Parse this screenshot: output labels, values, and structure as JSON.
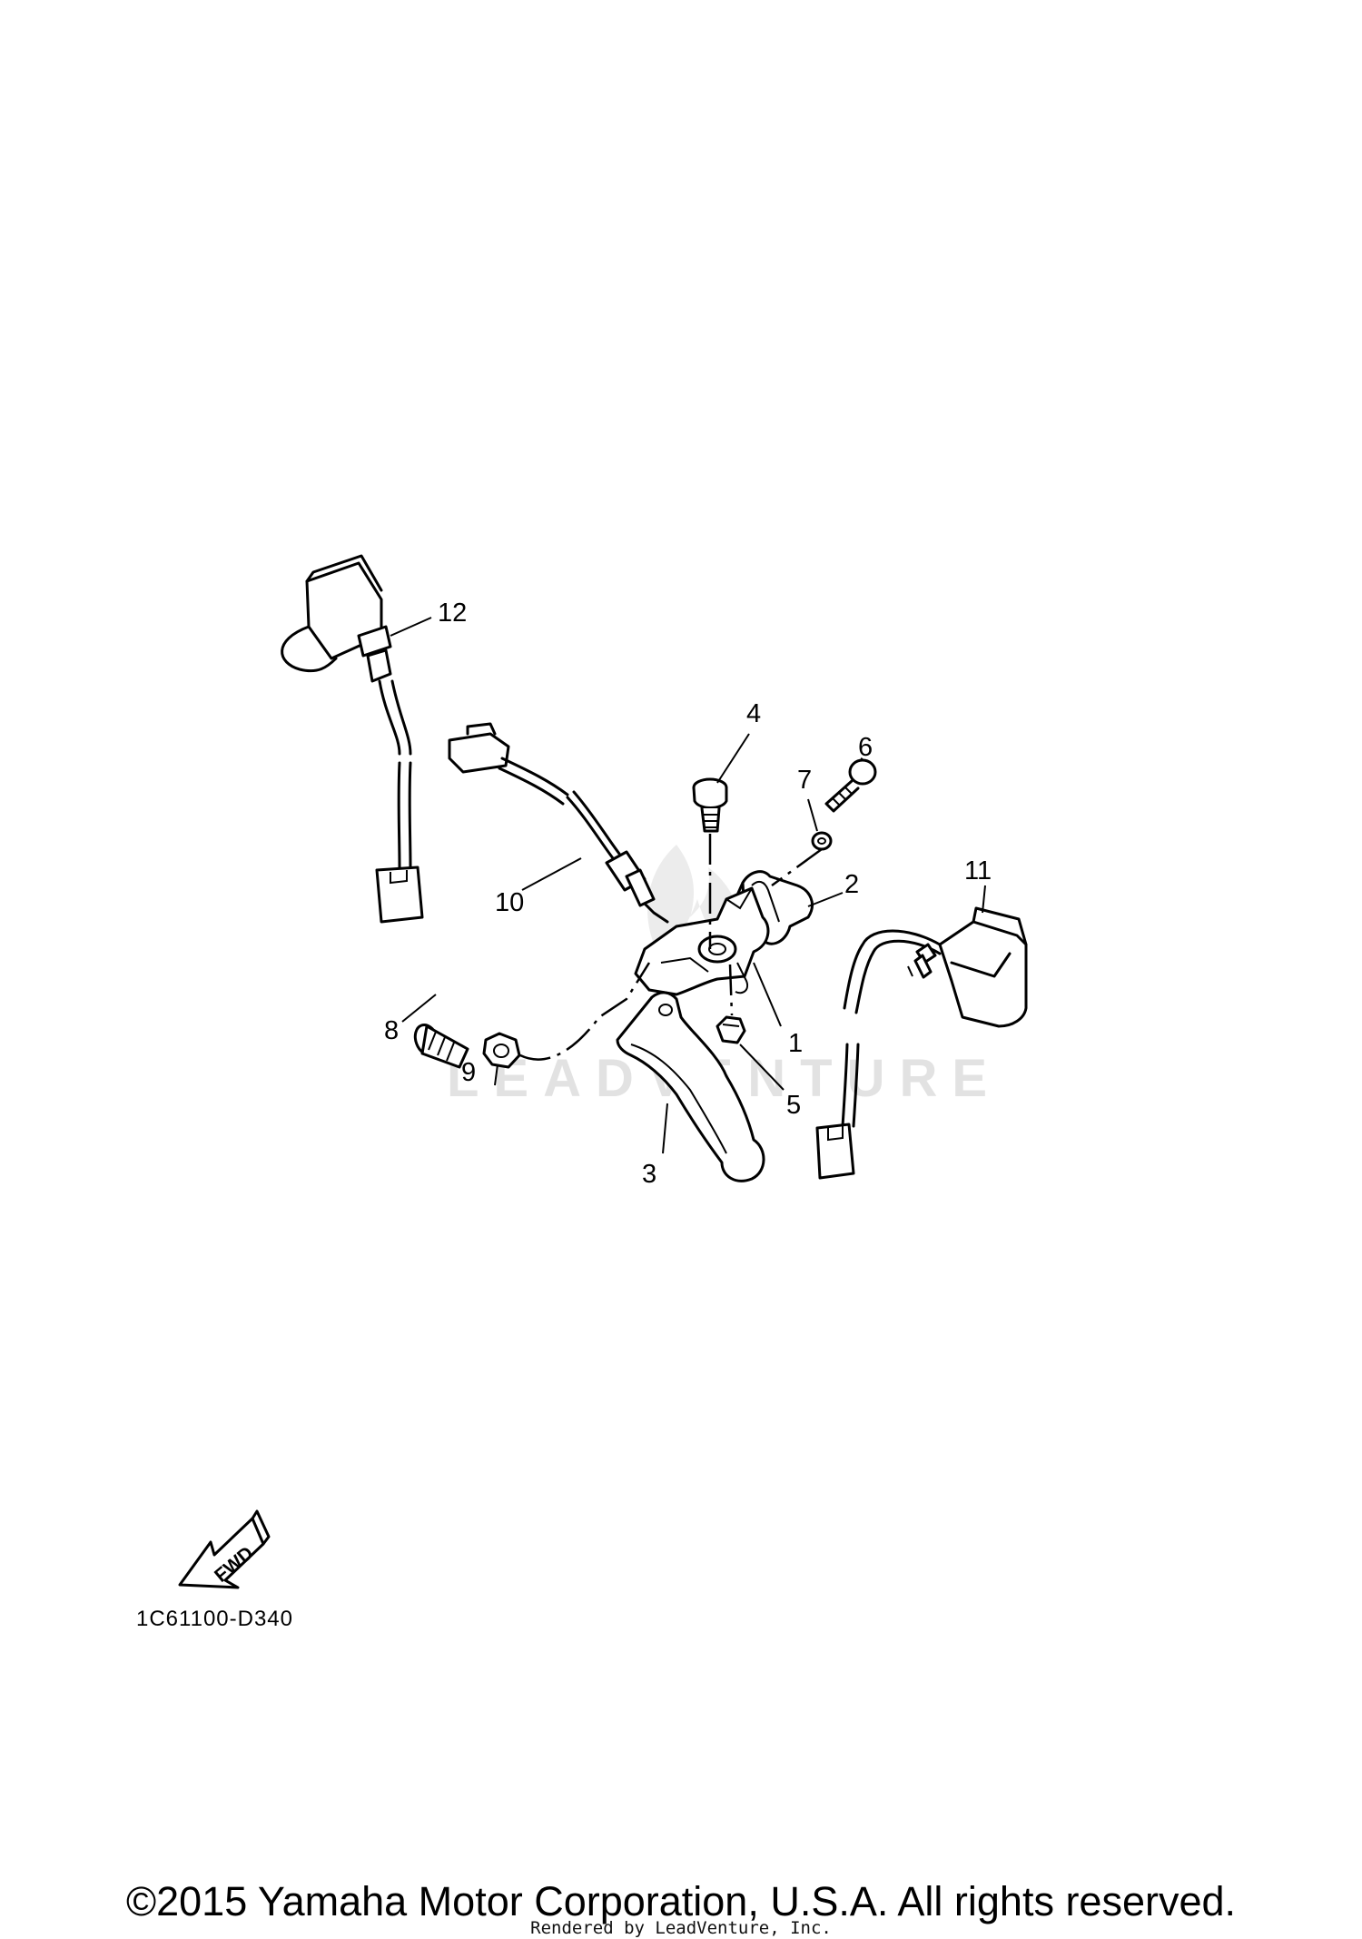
{
  "callouts": {
    "c1": "1",
    "c2": "2",
    "c3": "3",
    "c4": "4",
    "c5": "5",
    "c6": "6",
    "c7": "7",
    "c8": "8",
    "c9": "9",
    "c10": "10",
    "c11": "11",
    "c12": "12"
  },
  "watermark": "LEADVENTURE",
  "fwd_label": "FWD",
  "diagram_code": "1C61100-D340",
  "copyright": "©2015 Yamaha Motor Corporation, U.S.A. All rights reserved.",
  "rendered_by": "Rendered by LeadVenture, Inc."
}
